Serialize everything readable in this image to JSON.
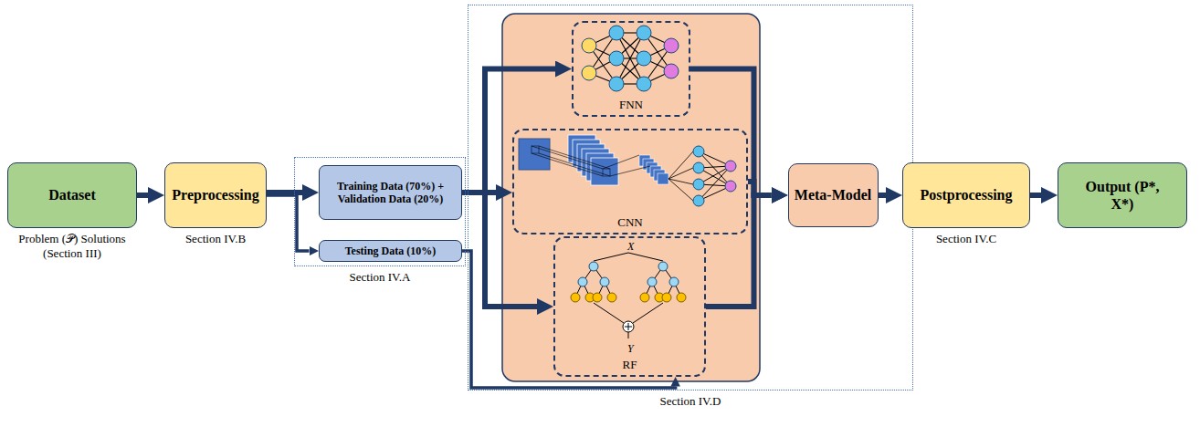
{
  "diagram": {
    "nodes": [
      {
        "text": [
          "Dataset",
          "Problem (𝒫) Solutions (Section III)"
        ]
      },
      {
        "text": [
          "Preprocessing",
          "Section IV.B"
        ]
      },
      {
        "text": [
          "Section IV.A"
        ]
      },
      {
        "text": [
          "Training Data (70%) + Validation Data (20%)"
        ],
        "in": 2
      },
      {
        "text": [
          "Testing Data (10%)"
        ],
        "in": 2
      },
      {
        "text": [
          "Section IV.D"
        ]
      },
      {
        "text": [
          "FNN"
        ],
        "in": 5
      },
      {
        "text": [
          "CNN"
        ],
        "in": 5
      },
      {
        "text": [
          "RF"
        ],
        "in": 5
      },
      {
        "text": [
          "Meta-Model"
        ],
        "in": 5
      },
      {
        "text": [
          "Postprocessing",
          "Section IV.C"
        ]
      },
      {
        "text": [
          "Output (P*, X*)"
        ]
      }
    ],
    "edges": [
      {
        "from": 0,
        "to": 1,
        "arrow": "to"
      },
      {
        "from": 1,
        "to": 3,
        "arrow": "to"
      },
      {
        "from": 1,
        "to": 4,
        "arrow": "to"
      },
      {
        "from": 3,
        "to": 6,
        "arrow": "to"
      },
      {
        "from": 3,
        "to": 7,
        "arrow": "to"
      },
      {
        "from": 3,
        "to": 8,
        "arrow": "to"
      },
      {
        "from": 4,
        "to": 8,
        "arrow": "to"
      },
      {
        "from": 6,
        "to": 9,
        "arrow": "to"
      },
      {
        "from": 7,
        "to": 9,
        "arrow": "to"
      },
      {
        "from": 8,
        "to": 9,
        "arrow": "to"
      },
      {
        "from": 9,
        "to": 10,
        "arrow": "to"
      },
      {
        "from": 10,
        "to": 11,
        "arrow": "to"
      }
    ],
    "labels": [
      "X",
      "Y"
    ]
  }
}
